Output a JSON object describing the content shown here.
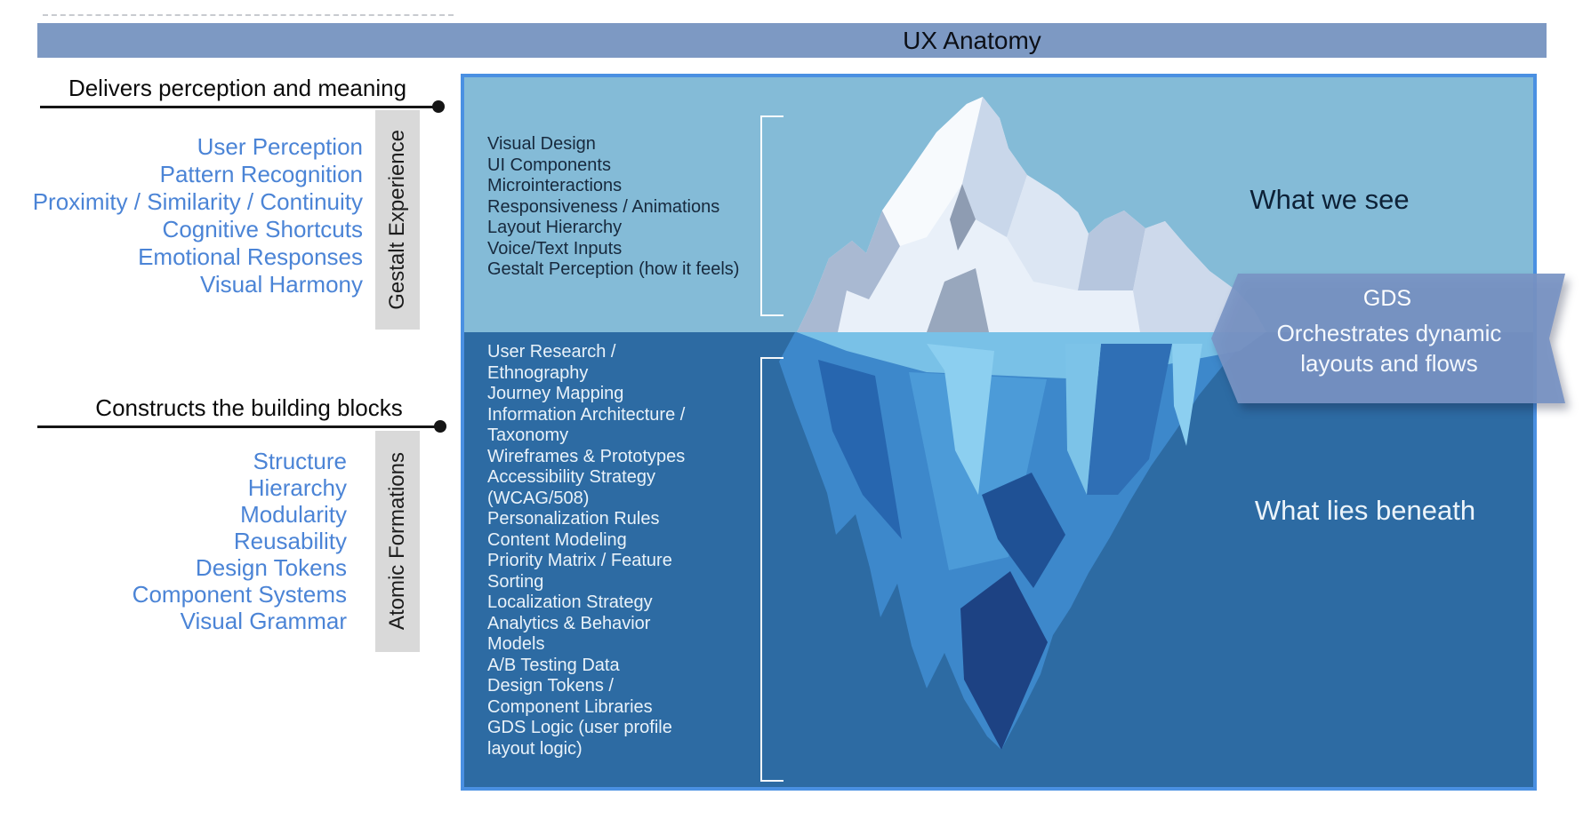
{
  "title_bar": {
    "title": "UX Anatomy"
  },
  "left_panel": {
    "sections": [
      {
        "heading": "Delivers perception and meaning",
        "axis_label": "Gestalt Experience",
        "items": [
          "User Perception",
          "Pattern Recognition",
          "Proximity / Similarity / Continuity",
          "Cognitive Shortcuts",
          "Emotional Responses",
          "Visual Harmony"
        ]
      },
      {
        "heading": "Constructs the building blocks",
        "axis_label": "Atomic Formations",
        "items": [
          "Structure",
          "Hierarchy",
          "Modularity",
          "Reusability",
          "Design Tokens",
          "Component Systems",
          "Visual Grammar"
        ]
      }
    ]
  },
  "iceberg": {
    "above_water": {
      "caption": "What we see",
      "items": [
        "Visual Design",
        "UI Components",
        "Microinteractions",
        "Responsiveness / Animations",
        "Layout Hierarchy",
        "Voice/Text Inputs",
        "Gestalt Perception (how it feels)"
      ]
    },
    "below_water": {
      "caption": "What lies beneath",
      "items": [
        "User Research / Ethnography",
        "Journey Mapping",
        "Information Architecture / Taxonomy",
        "Wireframes & Prototypes",
        "Accessibility Strategy (WCAG/508)",
        "Personalization Rules",
        "Content Modeling",
        "Priority Matrix / Feature Sorting",
        "Localization Strategy",
        "Analytics & Behavior Models",
        "A/B Testing Data",
        "Design Tokens / Component Libraries",
        "GDS Logic (user profile layout logic)"
      ]
    }
  },
  "ribbon": {
    "title": "GDS",
    "subtitle_lines": [
      "Orchestrates dynamic",
      "layouts and flows"
    ]
  },
  "colors": {
    "title_bar_bg": "#7d99c3",
    "box_border": "#4a90e2",
    "sky": "#84bbd7",
    "water": "#2d6ba3",
    "link_blue": "#4b84d6",
    "strip_gray": "#d9d9d9",
    "ribbon_fill": "#7893c4"
  }
}
